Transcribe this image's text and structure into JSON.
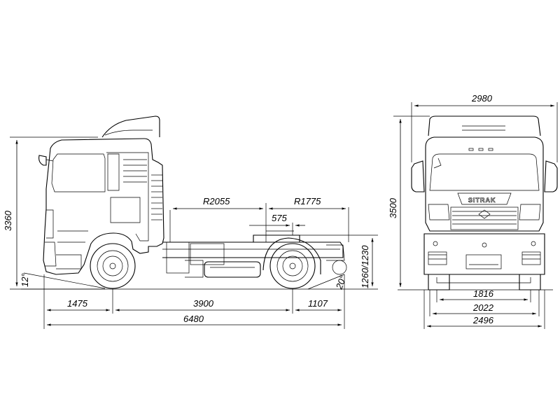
{
  "side_view": {
    "overall_height": "3360",
    "front_overhang": "1475",
    "wheelbase": "3900",
    "rear_overhang": "1107",
    "overall_length": "6480",
    "approach_angle": "12°",
    "departure_angle": "20°",
    "coupling_height": "1260/1230",
    "front_swing_radius": "R2055",
    "rear_swing_radius": "R1775",
    "fifth_wheel_offset": "575"
  },
  "front_view": {
    "overall_width": "2980",
    "overall_height": "3500",
    "brand_logo": "SITRAK",
    "front_track": "1816",
    "rear_track": "2022",
    "width_over_wheels": "2496"
  }
}
